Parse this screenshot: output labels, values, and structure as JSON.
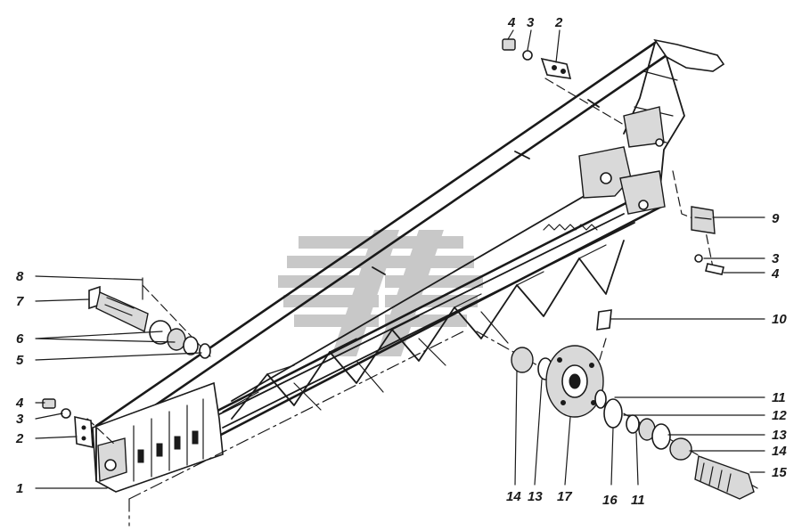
{
  "labels": {
    "top_4": "4",
    "top_3": "3",
    "top_2": "2",
    "right_9": "9",
    "right_3": "3",
    "right_4": "4",
    "right_10": "10",
    "right_11a": "11",
    "right_12": "12",
    "right_13": "13",
    "right_14": "14",
    "right_15": "15",
    "left_8": "8",
    "left_7": "7",
    "left_6": "6",
    "left_5": "5",
    "left_4": "4",
    "left_3": "3",
    "left_2": "2",
    "left_1": "1",
    "bottom_14": "14",
    "bottom_13": "13",
    "bottom_17": "17",
    "bottom_16": "16",
    "bottom_11": "11"
  },
  "icons": {
    "watermark": "striped-globe-logo-icon"
  },
  "colors": {
    "ink": "#1a1a1a",
    "watermark": "#c8c8c8",
    "background": "#ffffff"
  }
}
